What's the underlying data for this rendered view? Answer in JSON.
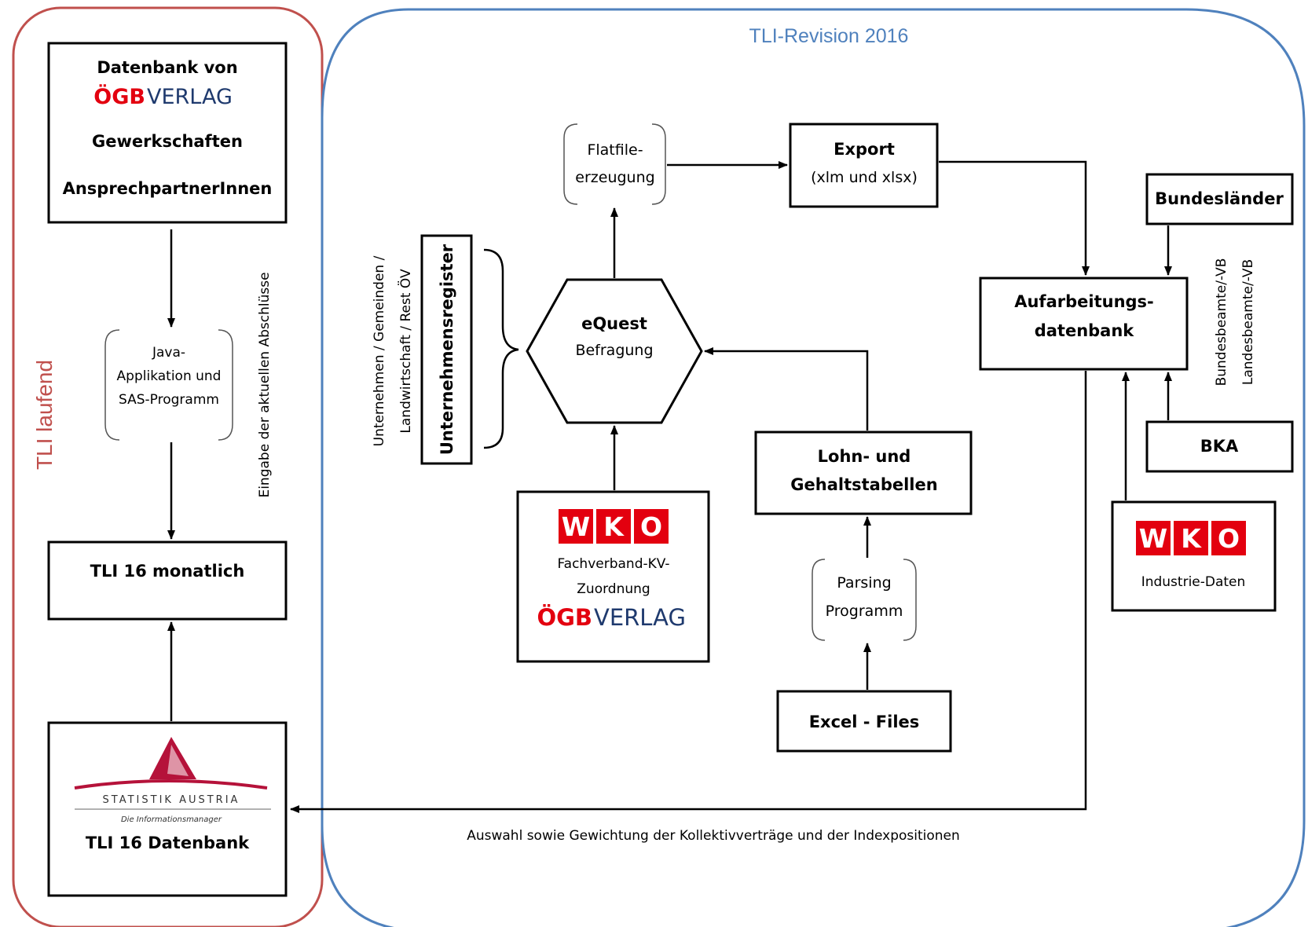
{
  "colors": {
    "left_frame": "#c0504d",
    "right_frame": "#4f81bd",
    "title_right": "#4f81bd",
    "title_left": "#c0504d",
    "ogb_red": "#e3000f",
    "ogb_blue": "#1f3a6e",
    "wko_red": "#e3000f",
    "statistik_red": "#b5123a"
  },
  "left_group": {
    "title": "TLI laufend",
    "source_box": {
      "line1": "Datenbank von",
      "ogb_part1": "ÖGB",
      "ogb_part2": "VERLAG",
      "line3": "Gewerkschaften",
      "line4": "AnsprechpartnerInnen"
    },
    "java_box": {
      "line1": "Java-",
      "line2": "Applikation und",
      "line3": "SAS-Programm"
    },
    "side_label": "Eingabe der aktuellen Abschlüsse",
    "monthly_box": "TLI 16 monatlich",
    "db_box": {
      "logo_text": "STATISTIK AUSTRIA",
      "logo_tagline": "Die Informationsmanager",
      "label": "TLI 16 Datenbank"
    }
  },
  "right_group": {
    "title": "TLI-Revision 2016",
    "flatfile": {
      "line1": "Flatfile-",
      "line2": "erzeugung"
    },
    "export": {
      "line1": "Export",
      "line2": "(xlm und xlsx)"
    },
    "bundeslaender": "Bundesländer",
    "aufarbeitung": {
      "line1": "Aufarbeitungs-",
      "line2": "datenbank"
    },
    "side_labels": {
      "bundesbeamte": "Bundesbeamte/-VB",
      "landesbeamte": "Landesbeamte/-VB"
    },
    "bka": "BKA",
    "register_side": {
      "line1": "Unternehmen / Gemeinden /",
      "line2": "Landwirtschaft / Rest ÖV"
    },
    "register_box": "Unternehmensregister",
    "equest": {
      "line1": "eQuest",
      "line2": "Befragung"
    },
    "wko_box": {
      "letters": [
        "W",
        "K",
        "O"
      ],
      "line1": "Fachverband-KV-",
      "line2": "Zuordnung",
      "ogb_part1": "ÖGB",
      "ogb_part2": "VERLAG"
    },
    "lohn": {
      "line1": "Lohn- und",
      "line2": "Gehaltstabellen"
    },
    "parsing": {
      "line1": "Parsing",
      "line2": "Programm"
    },
    "excel": "Excel - Files",
    "industrie": {
      "letters": [
        "W",
        "K",
        "O"
      ],
      "label": "Industrie-Daten"
    },
    "bottom_label": "Auswahl sowie Gewichtung der Kollektivverträge und der Indexpositionen"
  }
}
